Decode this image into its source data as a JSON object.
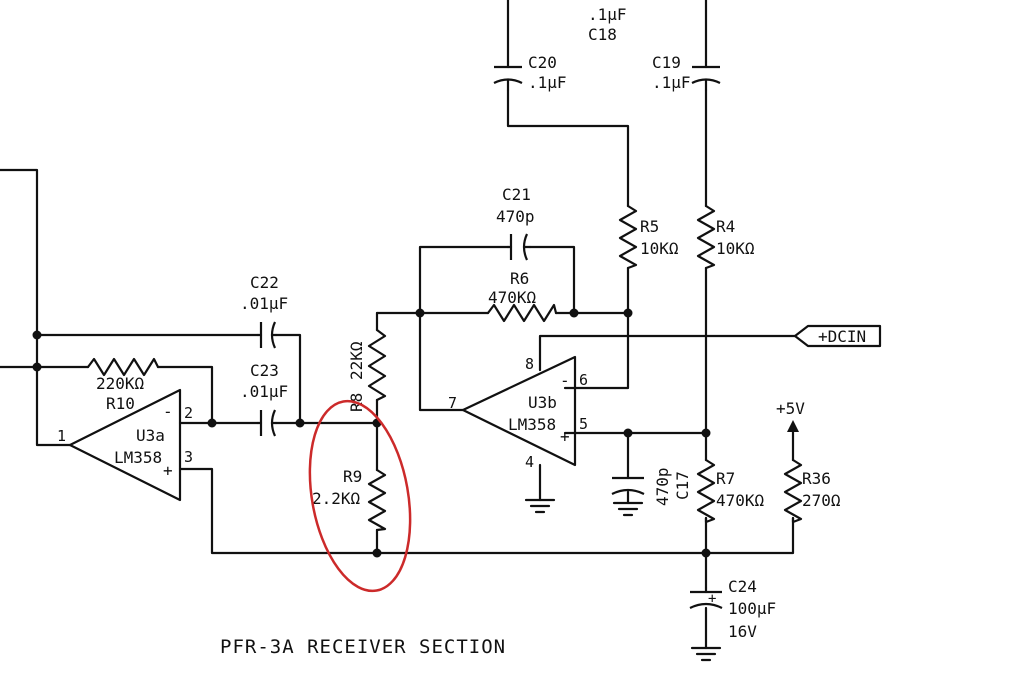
{
  "title": "PFR-3A RECEIVER SECTION",
  "highlight_color": "#cc2a2a",
  "ink_color": "#111111",
  "components": {
    "c18": {
      "name": "C18",
      "value": ".1µF"
    },
    "c20": {
      "name": "C20",
      "value": ".1µF"
    },
    "c19": {
      "name": "C19",
      "value": ".1µF"
    },
    "c21": {
      "name": "C21",
      "value": "470p"
    },
    "c22": {
      "name": "C22",
      "value": ".01µF"
    },
    "c23": {
      "name": "C23",
      "value": ".01µF"
    },
    "c17": {
      "name": "C17",
      "value": "470p"
    },
    "c24": {
      "name": "C24",
      "value": "100µF",
      "voltage": "16V"
    },
    "r4": {
      "name": "R4",
      "value": "10KΩ"
    },
    "r5": {
      "name": "R5",
      "value": "10KΩ"
    },
    "r6": {
      "name": "R6",
      "value": "470KΩ"
    },
    "r7": {
      "name": "R7",
      "value": "470KΩ"
    },
    "r8": {
      "name": "R8",
      "value": "22KΩ"
    },
    "r9": {
      "name": "R9",
      "value": "2.2KΩ"
    },
    "r10": {
      "name": "R10",
      "value": "220KΩ"
    },
    "r36": {
      "name": "R36",
      "value": "270Ω"
    }
  },
  "opamps": {
    "u3a": {
      "name": "U3a",
      "part": "LM358",
      "pins": {
        "out": "1",
        "inv": "2",
        "noninv": "3",
        "inv_sign": "-",
        "noninv_sign": "+"
      }
    },
    "u3b": {
      "name": "U3b",
      "part": "LM358",
      "pins": {
        "out": "7",
        "inv": "6",
        "noninv": "5",
        "gnd": "4",
        "vcc": "8",
        "inv_sign": "-",
        "noninv_sign": "+"
      }
    }
  },
  "supplies": {
    "dcin": "+DCIN",
    "v5": "+5V"
  },
  "icons": {
    "ground": "ground-icon",
    "arrow": "arrow-up-icon"
  }
}
